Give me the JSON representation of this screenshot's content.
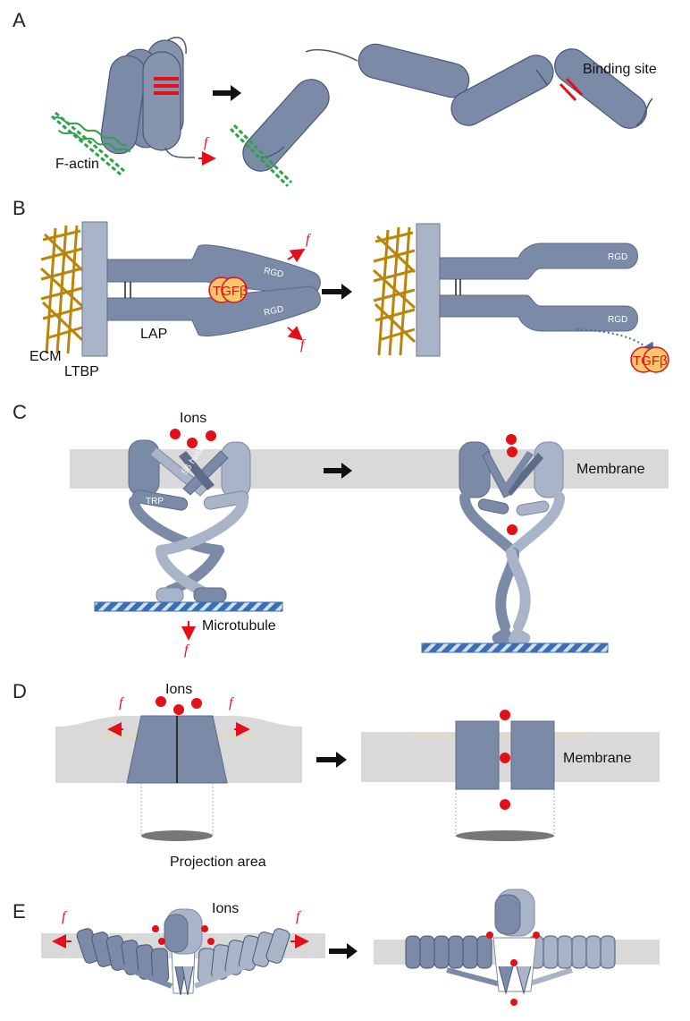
{
  "panels": {
    "A": {
      "letter": "A",
      "factin": "F-actin",
      "force": "f",
      "binding": "Binding site"
    },
    "B": {
      "letter": "B",
      "ecm": "ECM",
      "ltbp": "LTBP",
      "lap": "LAP",
      "rgd": "RGD",
      "tgf": "TGFβ",
      "force": "f"
    },
    "C": {
      "letter": "C",
      "ions": "Ions",
      "membrane": "Membrane",
      "microtubule": "Microtubule",
      "trp": "TRP",
      "s6": "S6 helix",
      "force": "f"
    },
    "D": {
      "letter": "D",
      "ions": "Ions",
      "membrane": "Membrane",
      "projection": "Projection area",
      "force": "f"
    },
    "E": {
      "letter": "E",
      "ions": "Ions",
      "force": "f"
    }
  },
  "colors": {
    "protein": "#7b8aa6",
    "protein_dark": "#5c6b88",
    "protein_light": "#a9b4c8",
    "membrane": "#d9d9d9",
    "force": "#e3101a",
    "actin": "#2ca24a",
    "ecm": "#b8860b",
    "microtubule": "#3c6fb0",
    "tgf": "#f6c86b"
  }
}
